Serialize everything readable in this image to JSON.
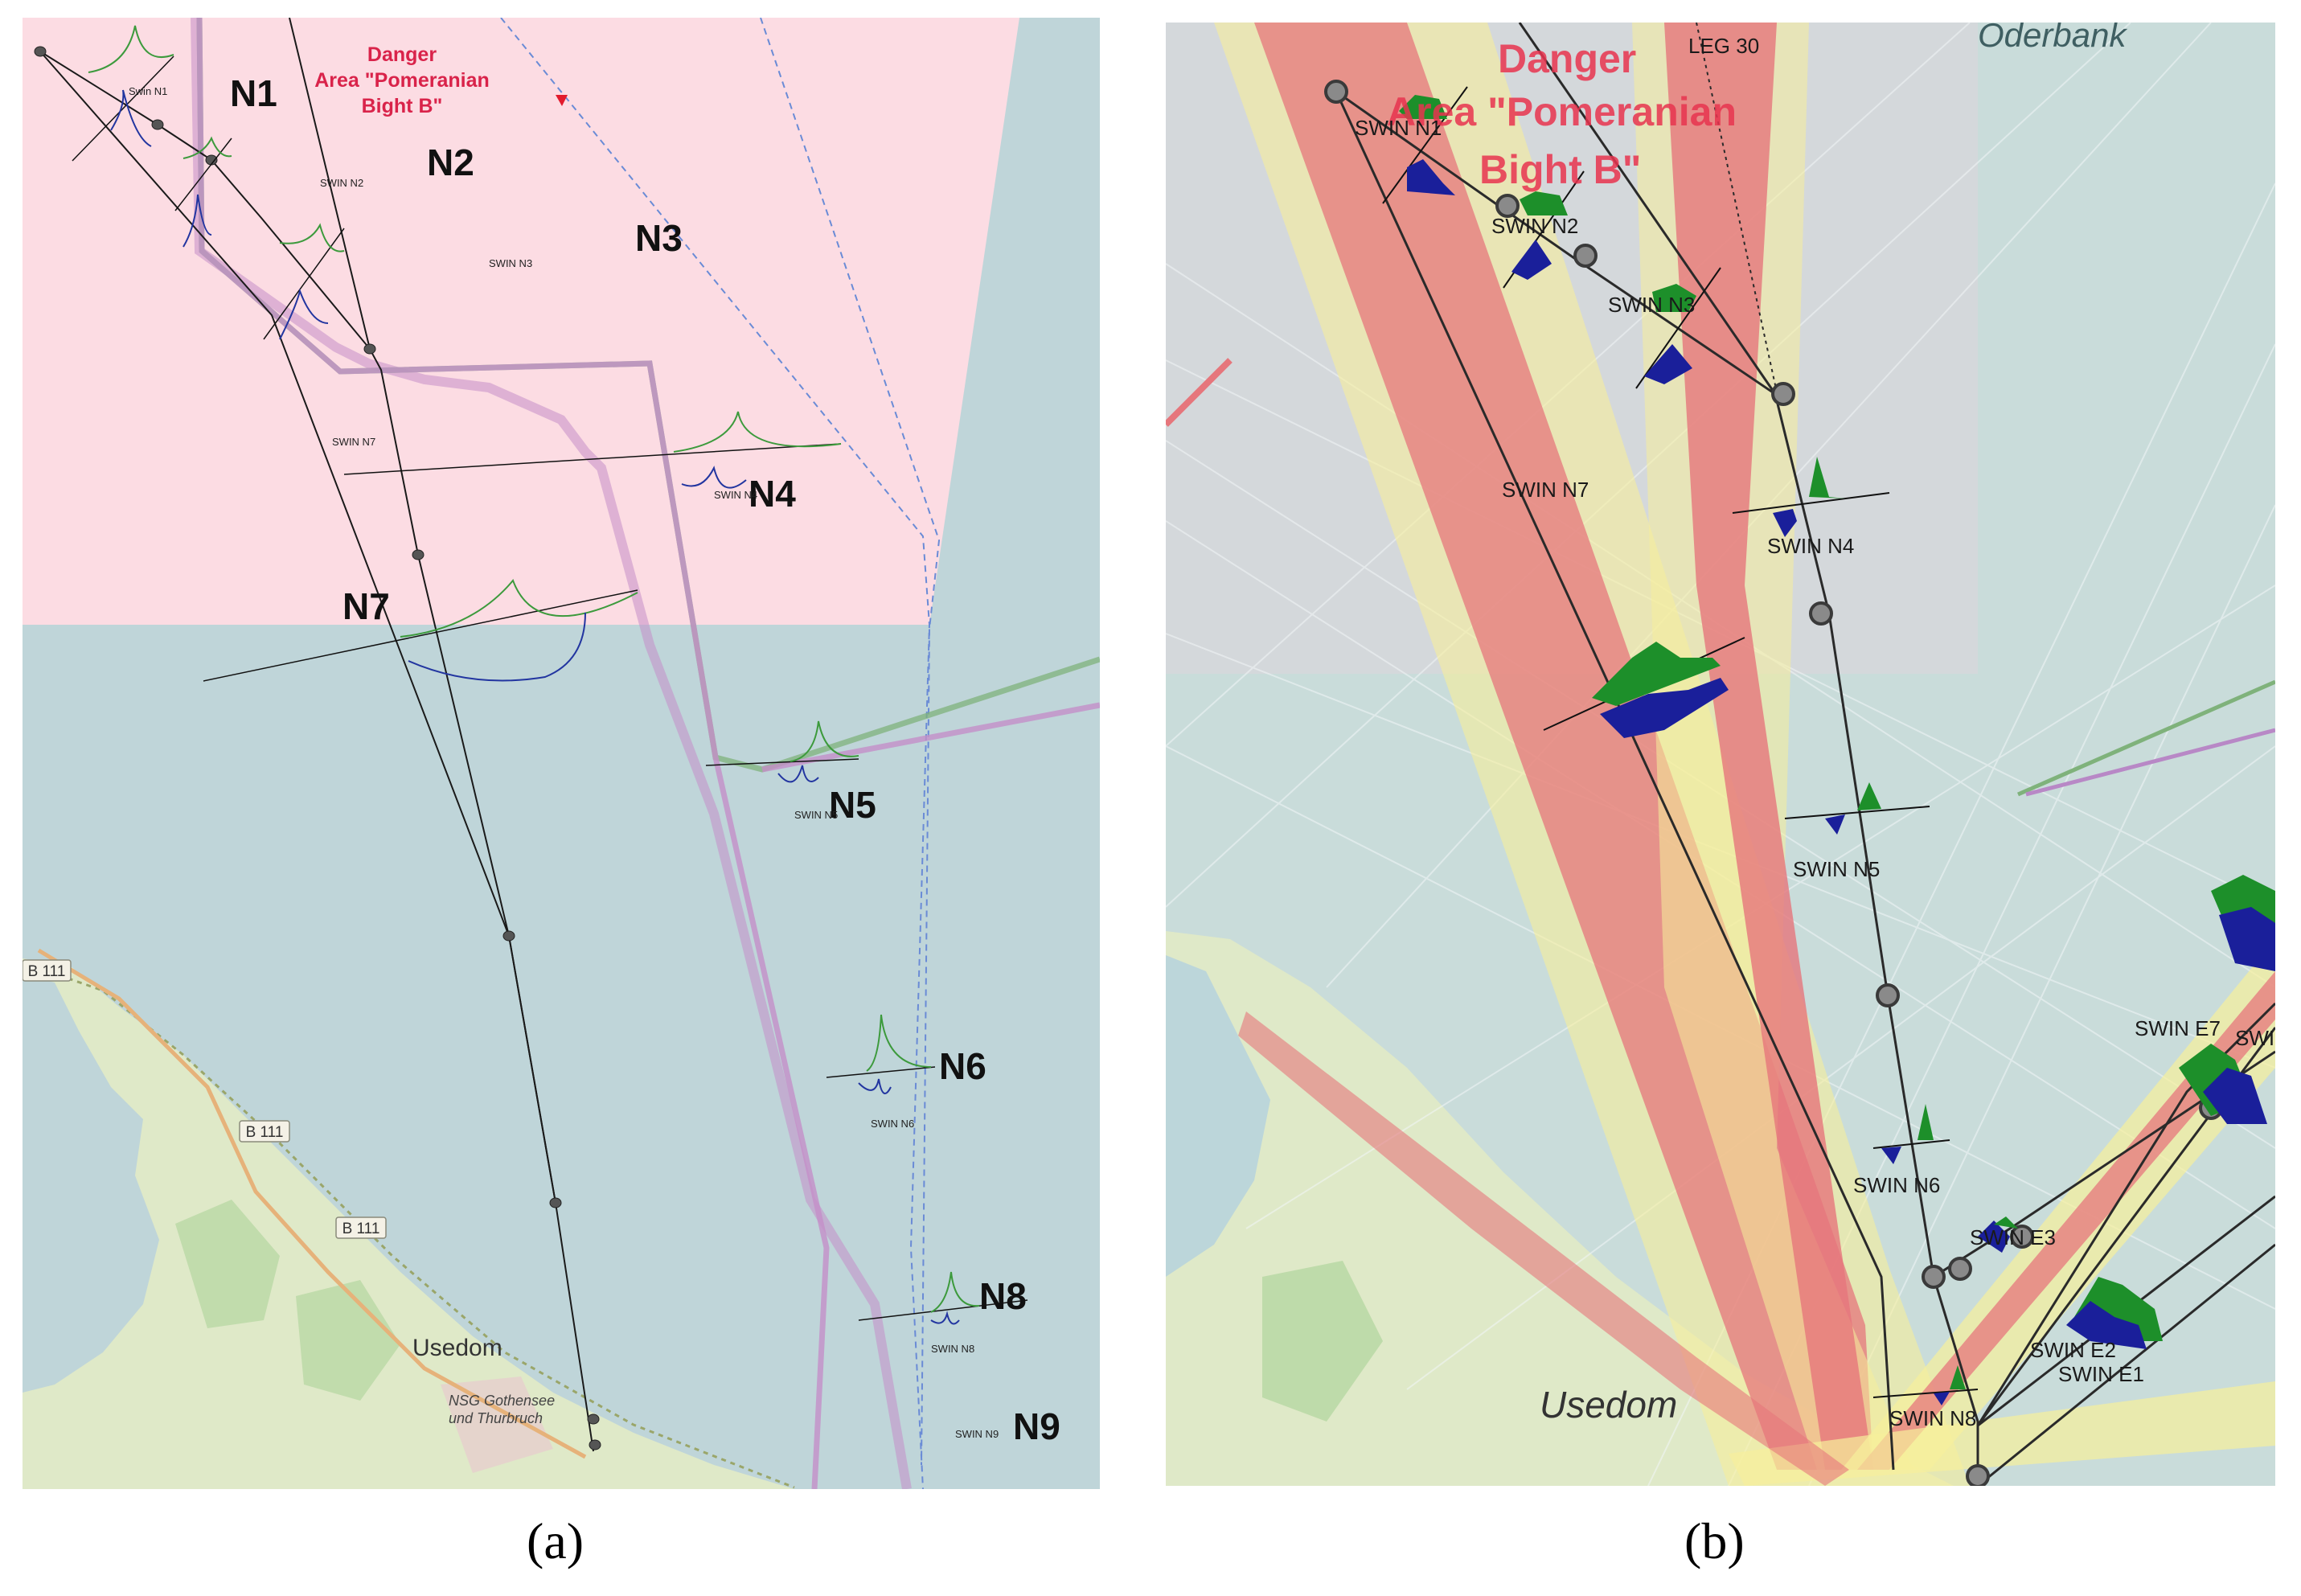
{
  "panel_a": {
    "caption": "(a)",
    "danger_area": [
      "Danger",
      "Area \"Pomeranian",
      "Bight B\""
    ],
    "nodes": [
      "N1",
      "N2",
      "N3",
      "N4",
      "N5",
      "N6",
      "N7",
      "N8",
      "N9"
    ],
    "segment_labels": [
      "Swin N1",
      "SWIN N2",
      "SWIN N3",
      "SWIN N4",
      "SWIN N5",
      "SWIN N6",
      "SWIN N7",
      "SWIN N8",
      "SWIN N9"
    ],
    "roads": [
      "B 111",
      "B 111",
      "B 111"
    ],
    "places": [
      "Usedom",
      "NSG Gothensee",
      "und Thurbruch"
    ],
    "colors": {
      "danger_zone": "#fcdce3",
      "sea": "#bfd5d9",
      "land": "#dfe9c8",
      "route_pink": "#c48ec8",
      "route_green": "#6fae6a",
      "dist_green": "#3c9a3c",
      "dist_blue": "#2235a0"
    }
  },
  "panel_b": {
    "caption": "(b)",
    "danger_area": [
      "Danger",
      "Area \"Pomeranian",
      "Bight B\""
    ],
    "top_labels": [
      "LEG 30",
      "Oderbank"
    ],
    "segment_labels": [
      "SWIN N1",
      "SWIN N2",
      "SWIN N3",
      "SWIN N4",
      "SWIN N5",
      "SWIN N6",
      "SWIN N7",
      "SWIN N8",
      "SWIN E7",
      "SWIN E3",
      "SWIN E2",
      "SWIN E1",
      "SWIN"
    ],
    "places": [
      "Usedom"
    ],
    "colors": {
      "density_high": "#e0707a",
      "density_mid": "#f4c9a0",
      "density_low": "#f6f0a0",
      "track_white": "#f2f6f8",
      "dist_green": "#1d8f2a",
      "dist_blue": "#1a1f9a"
    }
  }
}
